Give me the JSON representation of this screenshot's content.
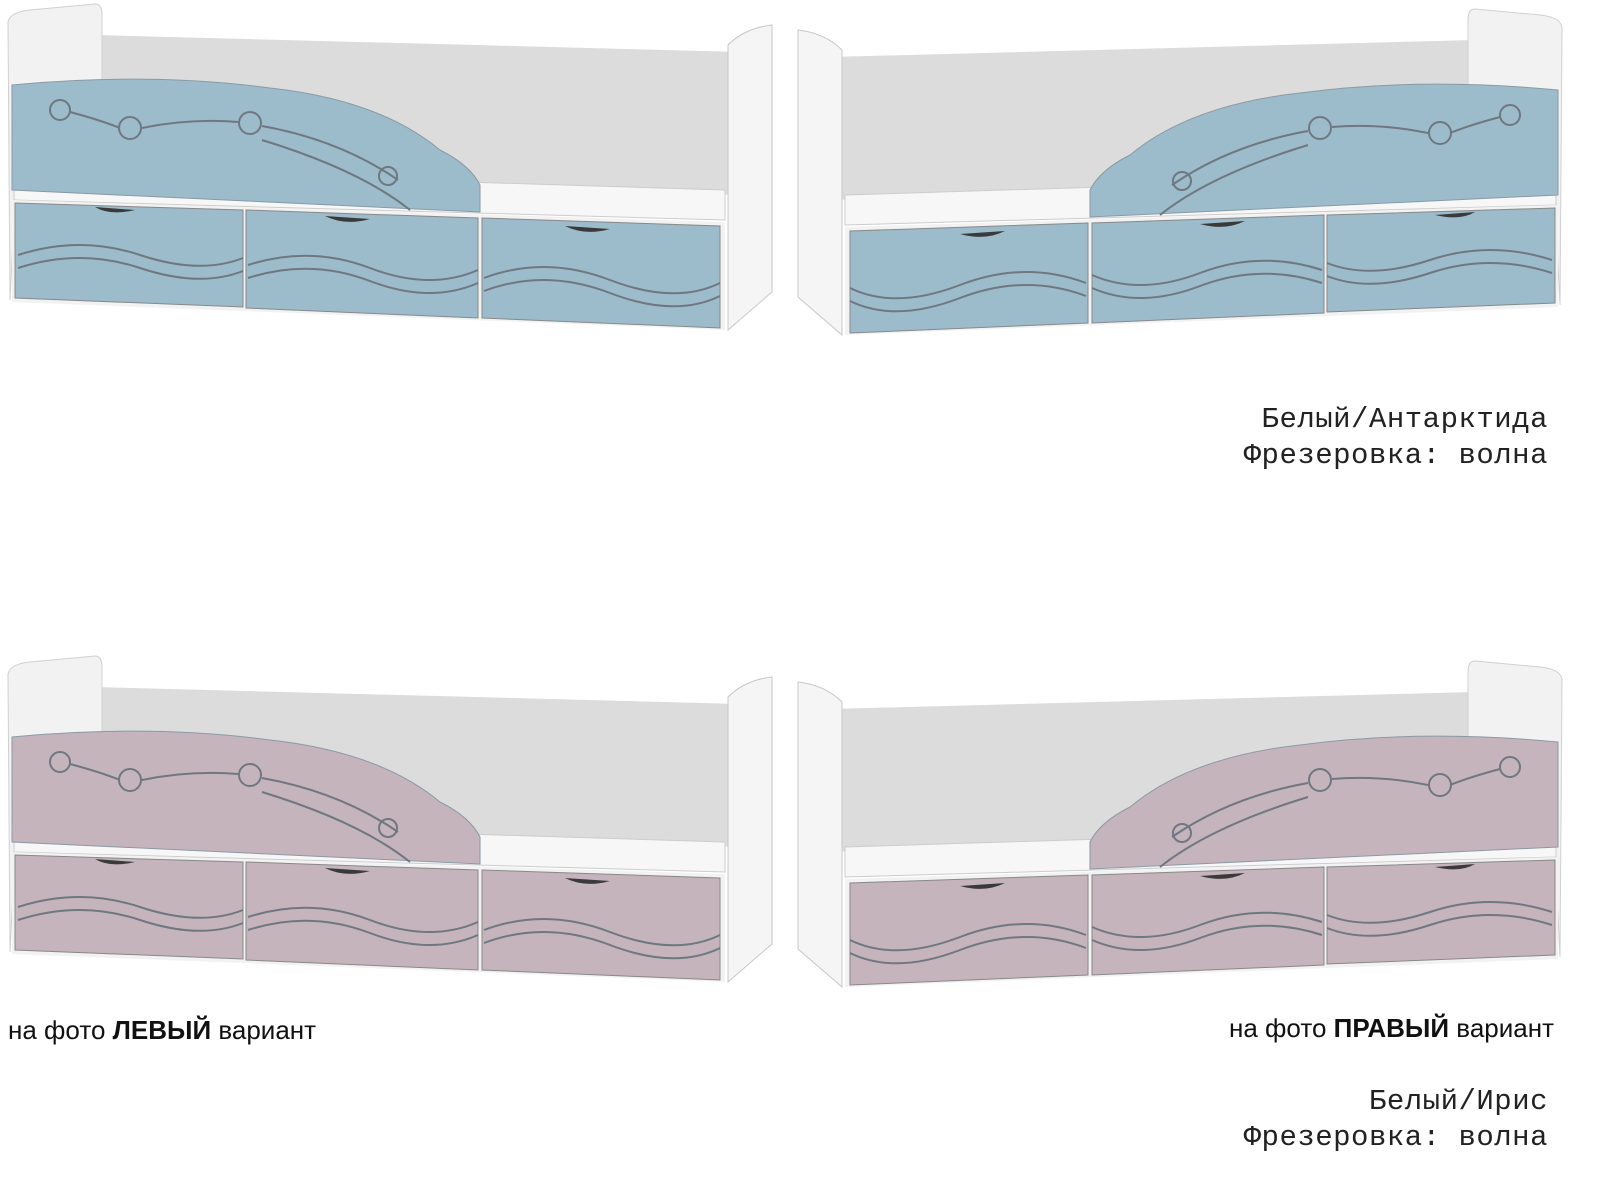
{
  "variants": [
    {
      "color_name": "Белый/Антарктида",
      "milling": "Фрезеровка: волна",
      "accent": "#9cbccb"
    },
    {
      "color_name": "Белый/Ирис",
      "milling": "Фрезеровка: волна",
      "accent": "#c6b4bd"
    }
  ],
  "captions": {
    "left": {
      "prefix": "на фото ",
      "bold": "ЛЕВЫЙ",
      "suffix": " вариант"
    },
    "right": {
      "prefix": "на фото ",
      "bold": "ПРАВЫЙ",
      "suffix": " вариант"
    }
  }
}
